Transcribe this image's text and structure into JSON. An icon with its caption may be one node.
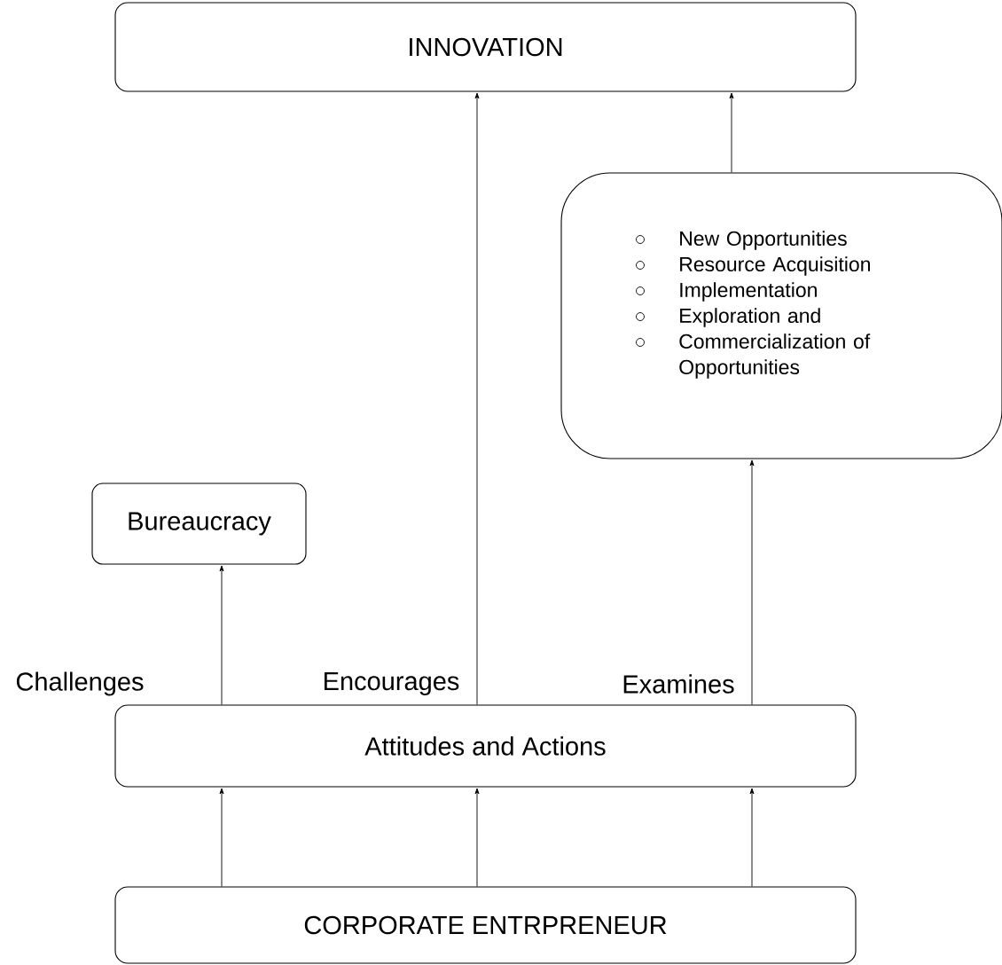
{
  "diagram": {
    "nodes": [
      {
        "text": [
          "INNOVATION"
        ]
      },
      {
        "text": [
          "New Opportunities",
          "Resource Acquisition",
          "Implementation",
          "Exploration and",
          "Commercialization of Opportunities"
        ]
      },
      {
        "text": [
          "Bureaucracy"
        ]
      },
      {
        "text": [
          "Attitudes and Actions"
        ]
      },
      {
        "text": [
          "CORPORATE ENTRPRENEUR"
        ]
      }
    ],
    "edges": [
      {
        "from": 1,
        "to": 0,
        "arrow": "to"
      },
      {
        "from": 3,
        "to": 2,
        "arrow": "to",
        "label": "Challenges"
      },
      {
        "from": 3,
        "to": 0,
        "arrow": "to",
        "label": "Encourages"
      },
      {
        "from": 3,
        "to": 1,
        "arrow": "to",
        "label": "Examines"
      },
      {
        "from": 4,
        "to": 3,
        "arrow": "to"
      },
      {
        "from": 4,
        "to": 3,
        "arrow": "to"
      },
      {
        "from": 4,
        "to": 3,
        "arrow": "to"
      }
    ]
  }
}
